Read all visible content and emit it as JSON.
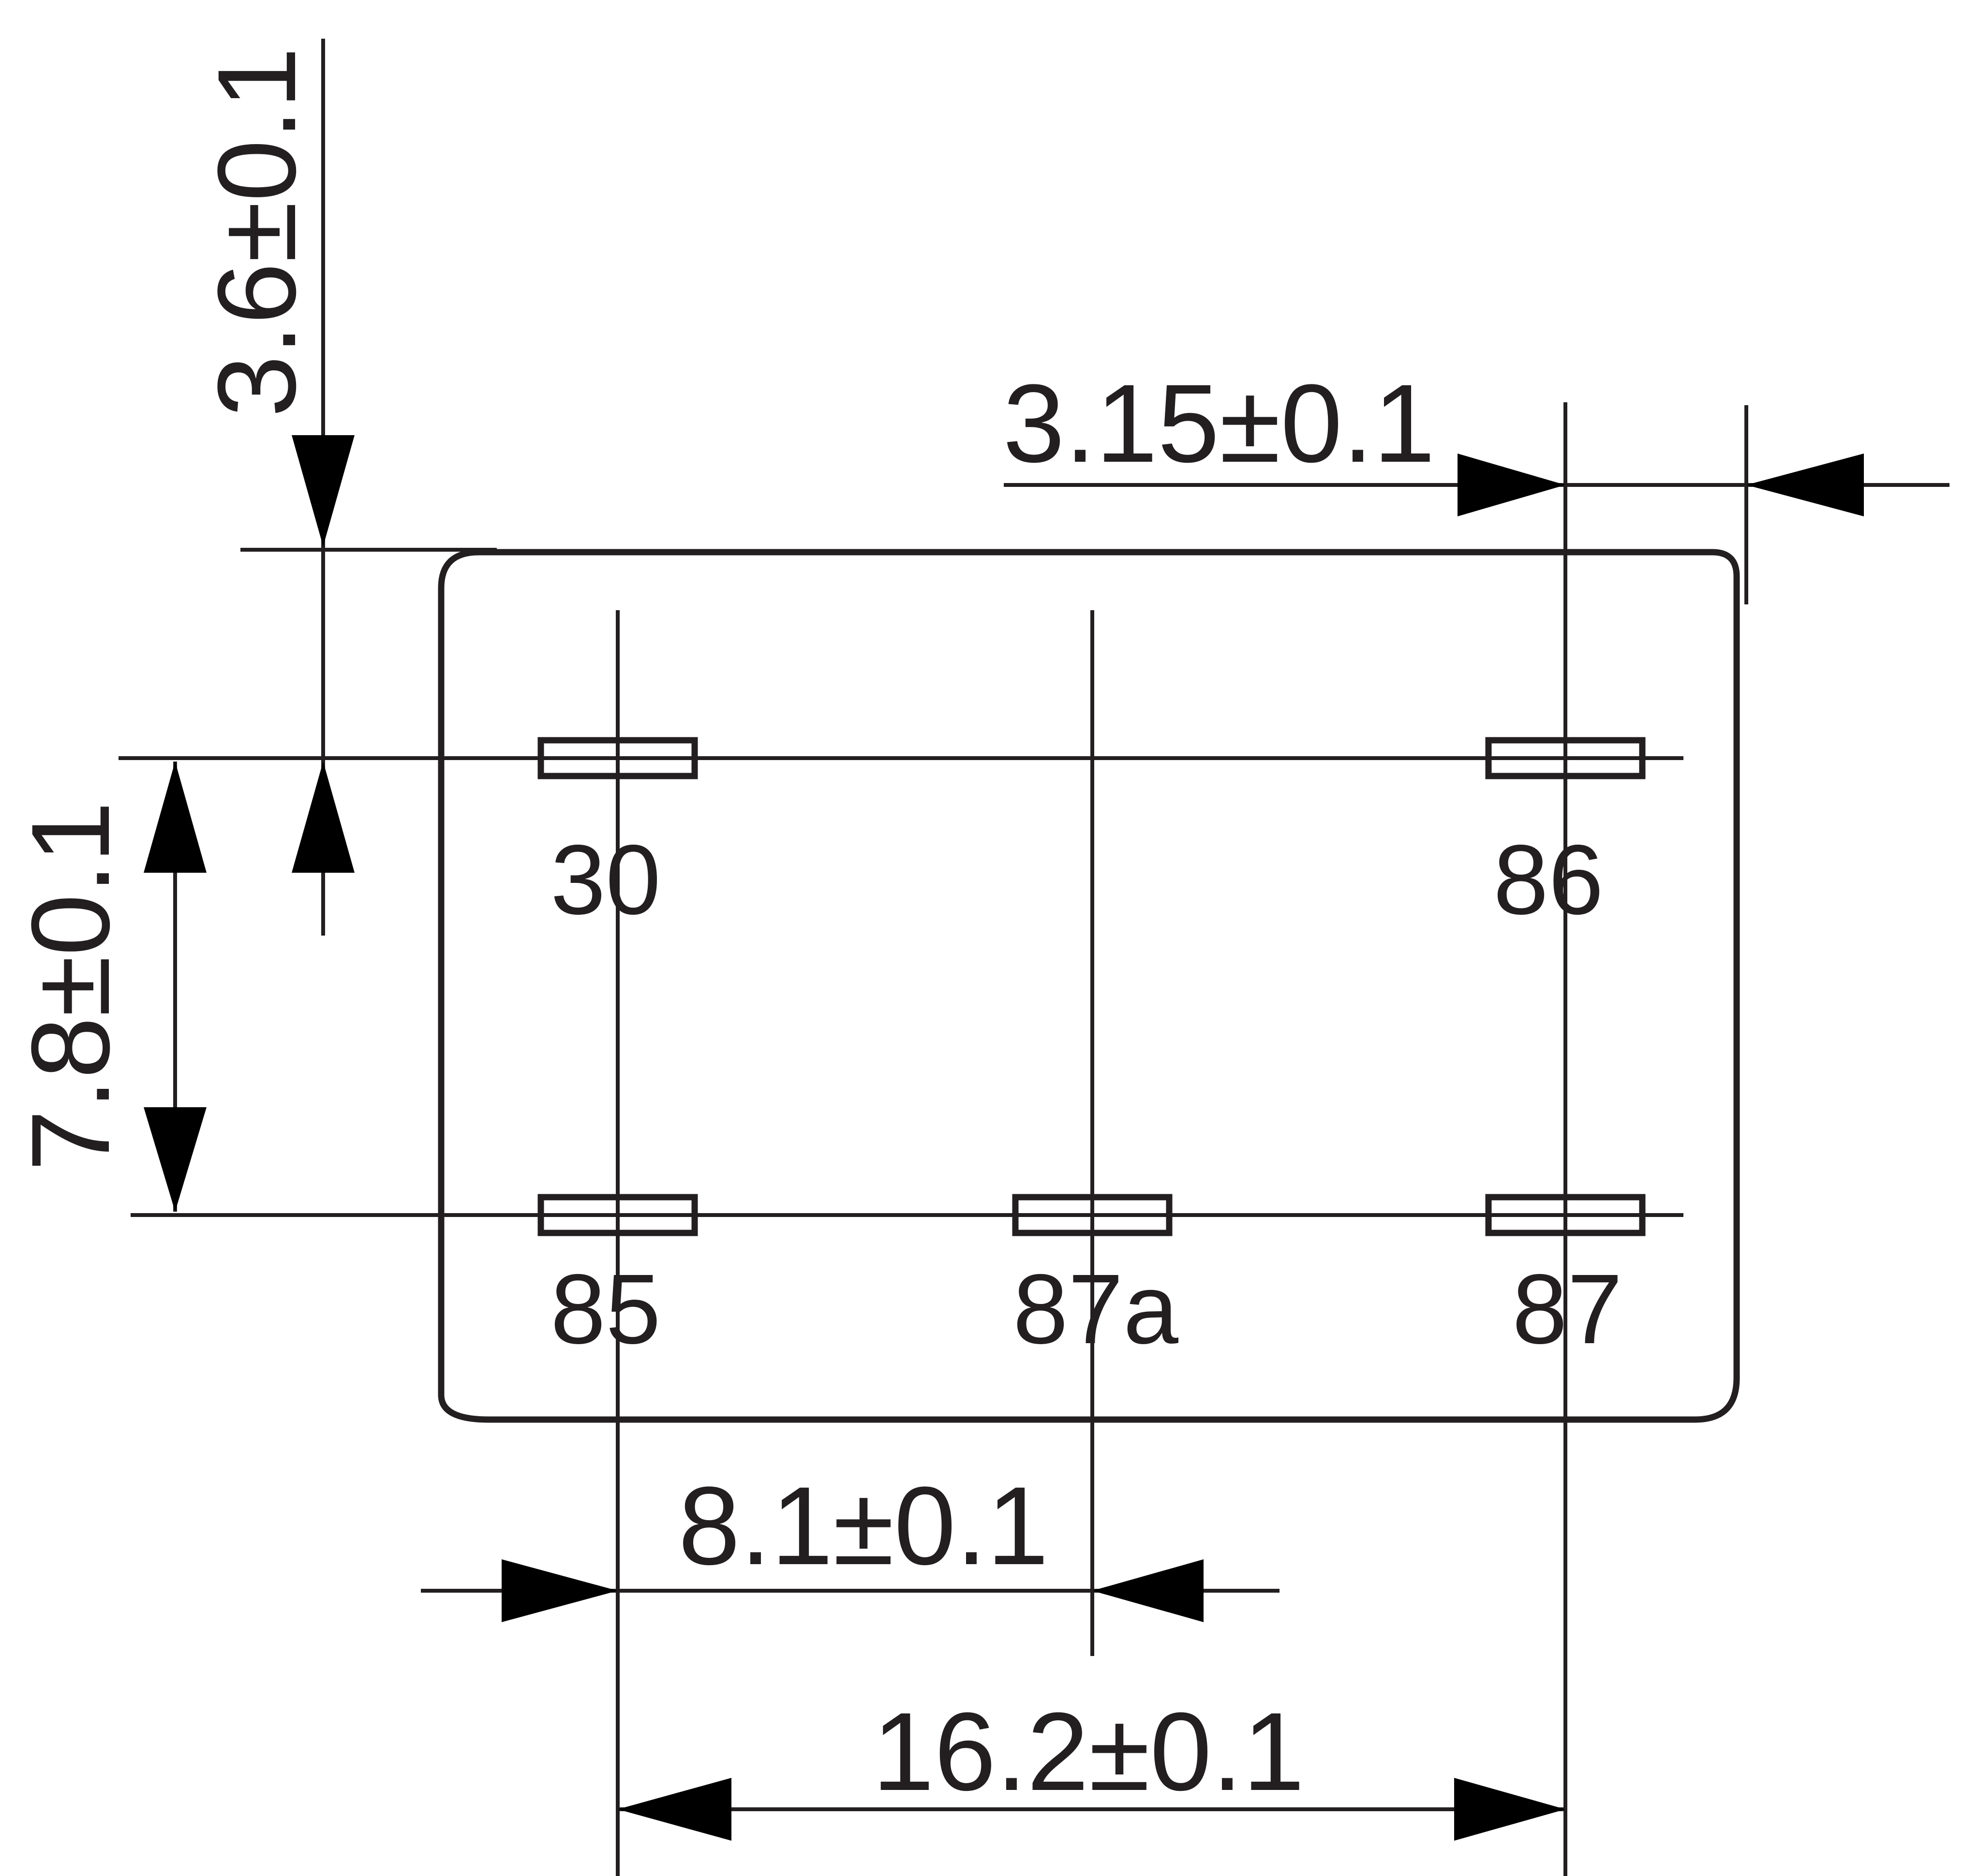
{
  "dimensions": {
    "top_offset": "3.6±0.1",
    "right_offset": "3.15±0.1",
    "row_pitch": "7.8±0.1",
    "half_pitch": "8.1±0.1",
    "full_pitch": "16.2±0.1"
  },
  "pins": {
    "p30": "30",
    "p86": "86",
    "p85": "85",
    "p87a": "87a",
    "p87": "87"
  },
  "colors": {
    "line": "#231f20",
    "arrow": "#000000",
    "background": "#ffffff"
  }
}
